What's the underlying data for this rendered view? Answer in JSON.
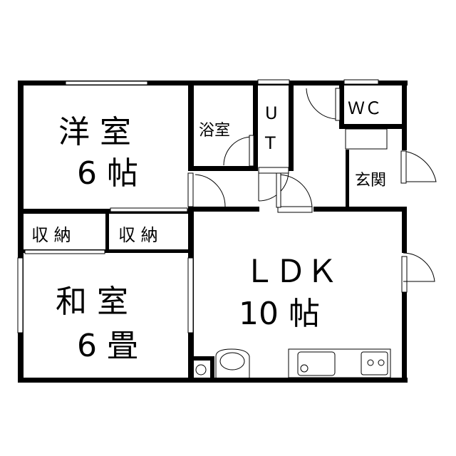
{
  "rooms": {
    "western": {
      "name": "洋 室",
      "size": "6 帖"
    },
    "japanese": {
      "name": "和 室",
      "size": "6 畳"
    },
    "ldk": {
      "name": "ＬＤＫ",
      "size": "10  帖"
    },
    "storage_left": "収 納",
    "storage_right": "収 納",
    "bath": "浴室",
    "ut_u": "U",
    "ut_t": "T",
    "wc": "ＷＣ",
    "entrance": "玄関"
  },
  "colors": {
    "wall": "#000000",
    "background": "#ffffff"
  }
}
